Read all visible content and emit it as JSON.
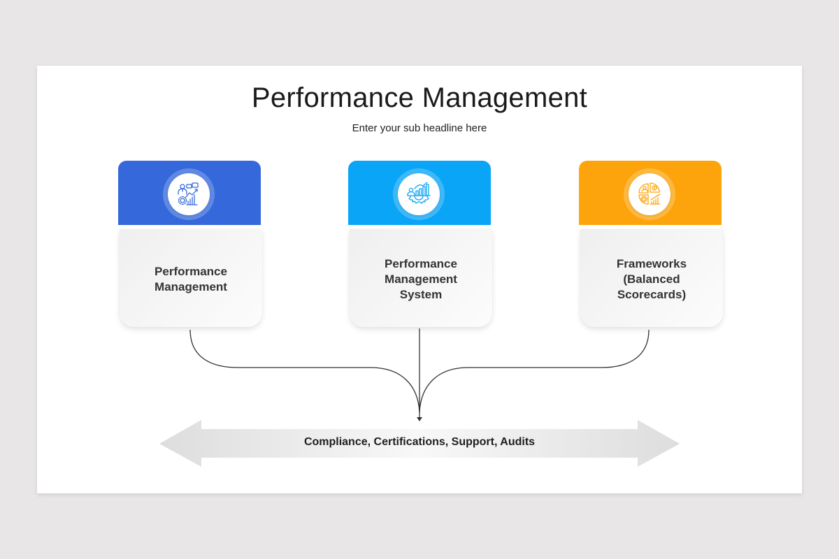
{
  "slide": {
    "title": "Performance Management",
    "subtitle": "Enter your sub headline here"
  },
  "cards": [
    {
      "label_lines": [
        "Performance",
        "Management"
      ],
      "icon": "manager-growth-chart-icon",
      "color": "#3568db"
    },
    {
      "label_lines": [
        "Performance",
        "Management",
        "System"
      ],
      "icon": "system-performance-gear-icon",
      "color": "#0aa5f6"
    },
    {
      "label_lines": [
        "Frameworks",
        "(Balanced",
        "Scorecards)"
      ],
      "icon": "balanced-scorecard-pie-icon",
      "color": "#fda40c"
    }
  ],
  "banner": {
    "text": "Compliance, Certifications,  Support, Audits",
    "icon": "double-arrow"
  },
  "colors": {
    "background": "#e8e6e7",
    "slide": "#ffffff",
    "connector": "#333333",
    "banner": "#dcdcdc"
  }
}
